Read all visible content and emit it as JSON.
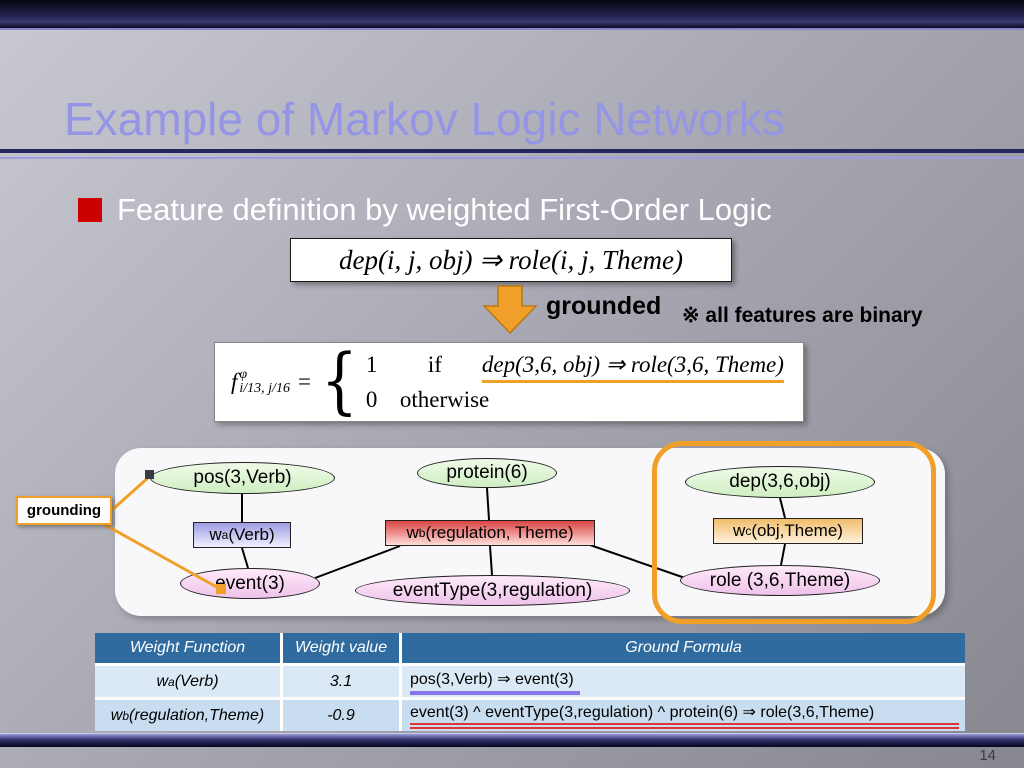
{
  "slide": {
    "title": "Example of Markov Logic Networks",
    "bullet_text": "Feature definition by weighted First-Order Logic",
    "page_number": "14"
  },
  "rule_formula": {
    "text": "dep(i, j, obj) ⇒ role(i, j, Theme)"
  },
  "annotations": {
    "grounded_label": "grounded",
    "binary_note": "※ all features are binary",
    "grounding_label": "grounding"
  },
  "formula_grounded": {
    "f_base": "f",
    "f_sup": "φ",
    "f_sub": "i/13, j/16",
    "equals": "=",
    "brace": "{",
    "case1_value": "1",
    "case1_if": "if",
    "case1_expr": "dep(3,6, obj) ⇒ role(3,6, Theme)",
    "case2_value": "0",
    "case2_word": "otherwise"
  },
  "diagram": {
    "nodes": {
      "pos": "pos(3,Verb)",
      "protein": "protein(6)",
      "dep": "dep(3,6,obj)",
      "event": "event(3)",
      "eventType": "eventType(3,regulation)",
      "role": "role (3,6,Theme)",
      "wa": {
        "base": "w",
        "sub": "a",
        "args": "(Verb)"
      },
      "wb": {
        "base": "w",
        "sub": "b",
        "args": "(regulation, Theme)"
      },
      "wc": {
        "base": "w",
        "sub": "c",
        "args": "(obj,Theme)"
      }
    }
  },
  "table": {
    "headers": [
      "Weight Function",
      "Weight value",
      "Ground Formula"
    ],
    "rows": [
      {
        "func_base": "w",
        "func_sub": "a",
        "func_args": "(Verb)",
        "value": "3.1",
        "formula": "pos(3,Verb) ⇒ event(3)"
      },
      {
        "func_base": "w",
        "func_sub": "b",
        "func_args": "(regulation,Theme)",
        "value": "-0.9",
        "formula": "event(3) ^ eventType(3,regulation) ^ protein(6) ⇒ role(3,6,Theme)"
      }
    ]
  },
  "colors": {
    "accent_orange": "#f0a028",
    "title_text": "#9595e6",
    "bullet_red": "#cc0000",
    "table_header_bg": "#2f6b9e",
    "underline_purple": "#8a75e8",
    "underline_red": "#e03333"
  }
}
